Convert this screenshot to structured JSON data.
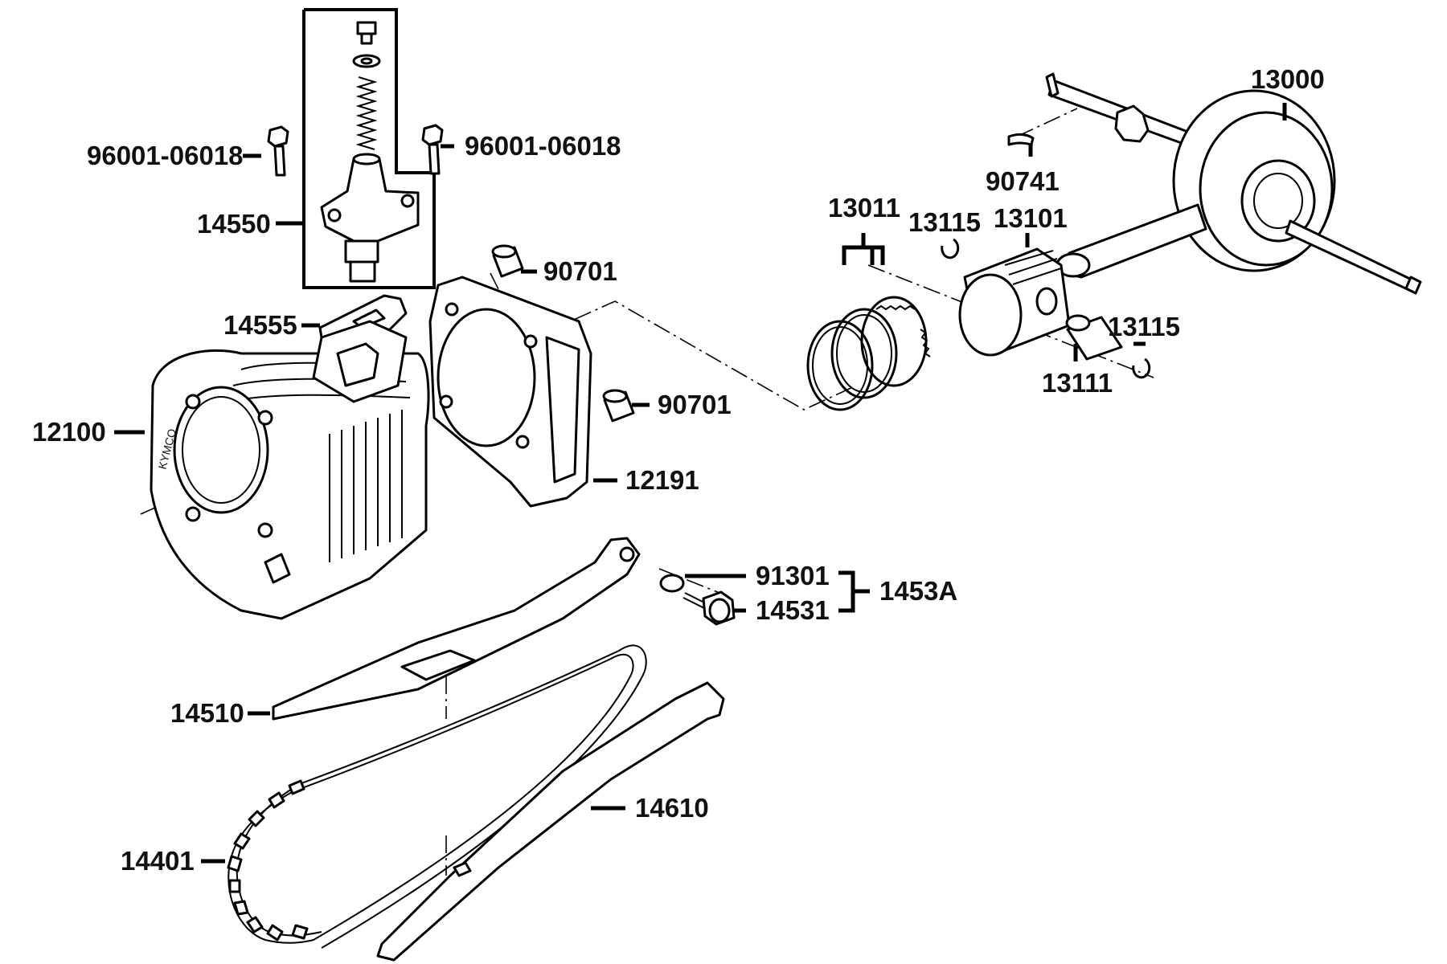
{
  "labels": {
    "bolt_left": "96001-06018",
    "bolt_right": "96001-06018",
    "tensioner": "14550",
    "tensioner_gasket": "14555",
    "dowel_top": "90701",
    "dowel_mid": "90701",
    "cylinder": "12100",
    "cylinder_gasket": "12191",
    "crankshaft": "13000",
    "woodruff_key": "90741",
    "piston_rings": "13011",
    "clip_top": "13115",
    "piston": "13101",
    "clip_right": "13115",
    "piston_pin": "13111",
    "o_ring": "91301",
    "guide_bolt": "14531",
    "tensioner_set": "1453A",
    "tensioner_guide": "14510",
    "chain_guide": "14610",
    "cam_chain": "14401"
  },
  "brand_text": "KYMCO"
}
